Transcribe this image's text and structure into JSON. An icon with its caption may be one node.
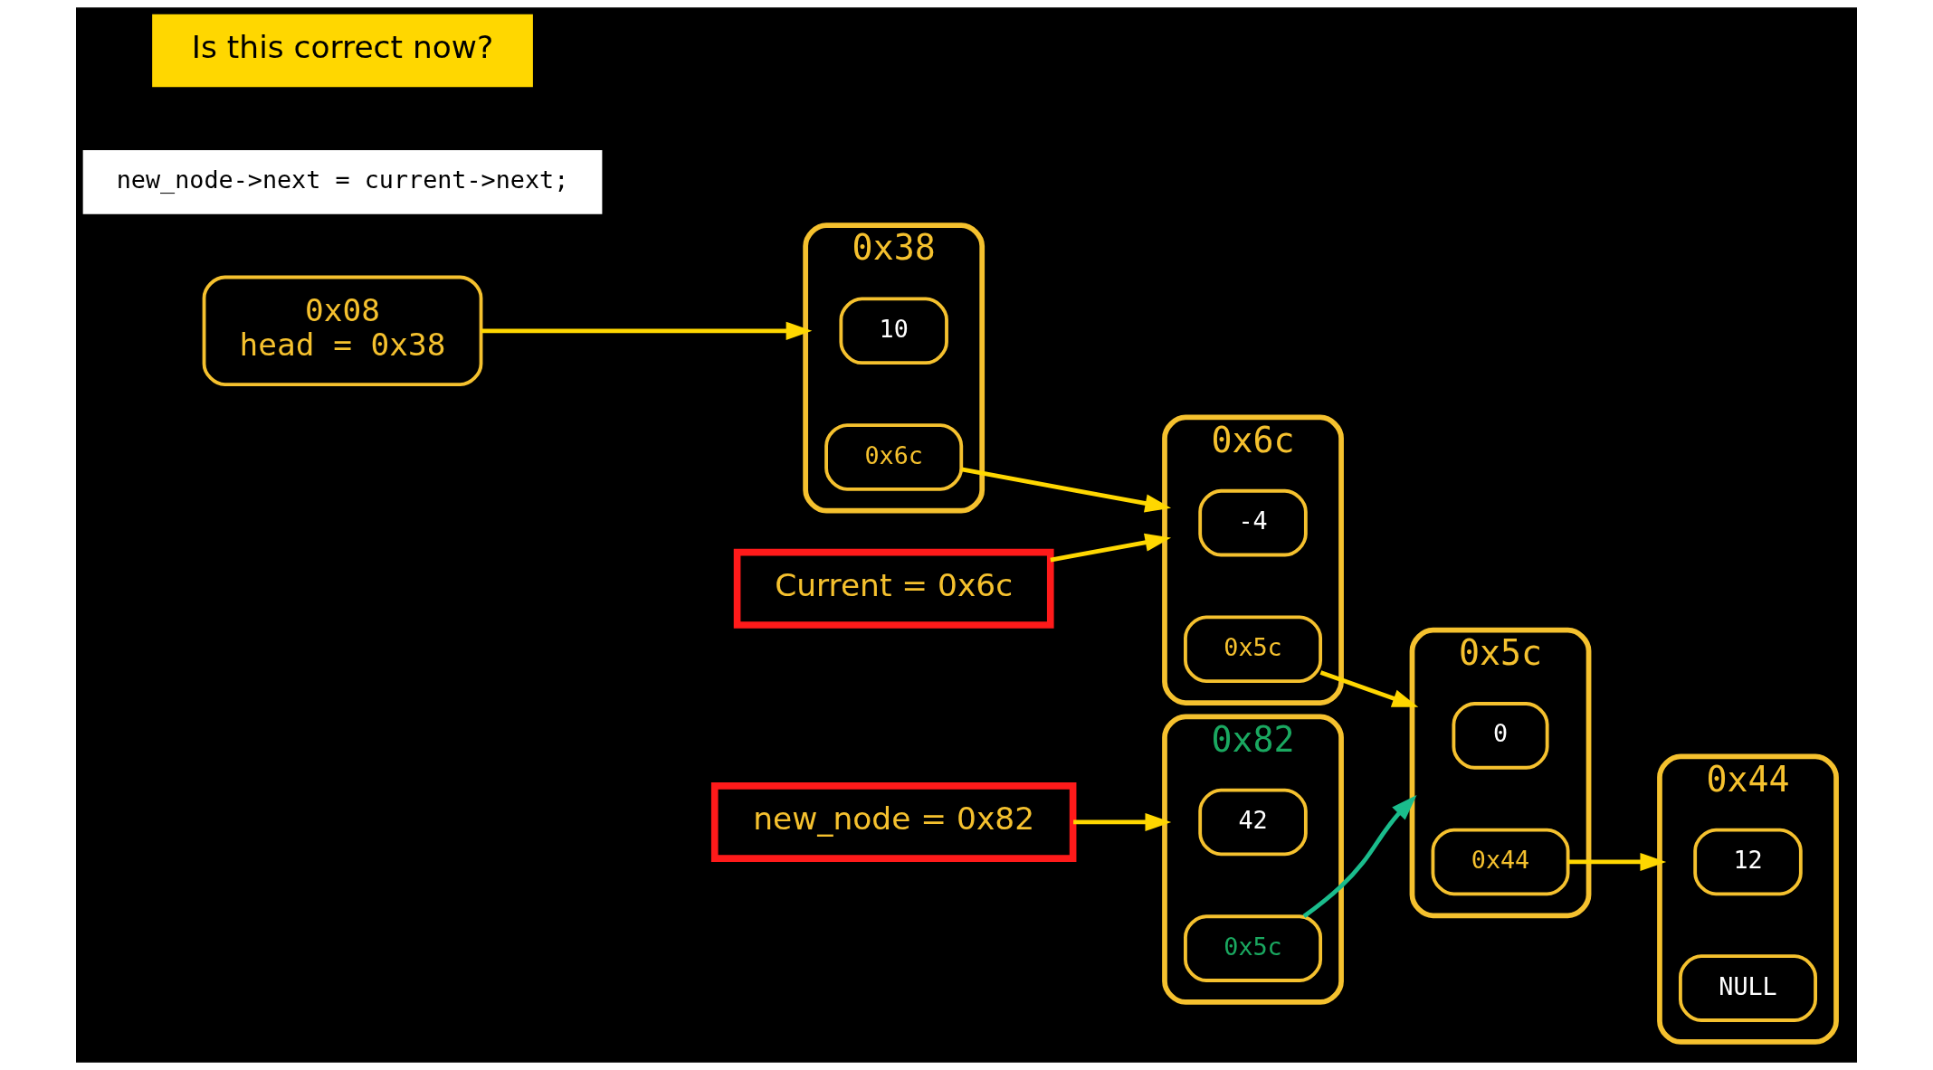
{
  "diagram": {
    "nodes": [
      {
        "text": [
          "0x08",
          "head = 0x38"
        ]
      },
      {
        "text": [
          "0x38"
        ]
      },
      {
        "text": [
          "10"
        ],
        "in": 1
      },
      {
        "text": [
          "0x6c"
        ],
        "in": 1
      },
      {
        "text": [
          "0x6c"
        ]
      },
      {
        "text": [
          "-4"
        ],
        "in": 4
      },
      {
        "text": [
          "0x5c"
        ],
        "in": 4
      },
      {
        "text": [
          "new_node = 0x82"
        ]
      },
      {
        "text": [
          "0x82"
        ]
      },
      {
        "text": [
          "42"
        ],
        "in": 8
      },
      {
        "text": [
          "0x5c"
        ],
        "in": 8
      },
      {
        "text": [
          "0x5c"
        ]
      },
      {
        "text": [
          "0"
        ],
        "in": 11
      },
      {
        "text": [
          "0x44"
        ],
        "in": 11
      },
      {
        "text": [
          "0x44"
        ]
      },
      {
        "text": [
          "12"
        ],
        "in": 14
      },
      {
        "text": [
          "NULL"
        ],
        "in": 14
      },
      {
        "text": [
          "Current = 0x6c"
        ]
      }
    ],
    "edges": [
      {
        "from": 0,
        "to": 1,
        "arrow": "to"
      },
      {
        "from": 3,
        "to": 4,
        "arrow": "to"
      },
      {
        "from": 6,
        "to": 11,
        "arrow": "to"
      },
      {
        "from": 7,
        "to": 8,
        "arrow": "to"
      },
      {
        "from": 10,
        "to": 11,
        "arrow": "to",
        "color": "#1abc8c"
      },
      {
        "from": 13,
        "to": 14,
        "arrow": "to"
      },
      {
        "from": 17,
        "to": 4,
        "arrow": "to"
      }
    ],
    "labels": [
      "new_node->next = current->next;",
      "Is this correct now?"
    ]
  }
}
